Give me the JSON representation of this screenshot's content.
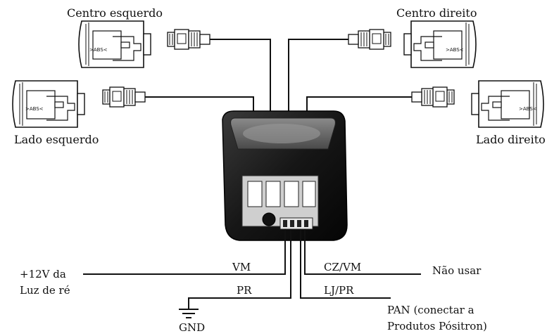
{
  "sensors": {
    "center_left": "Centro esquerdo",
    "center_right": "Centro direito",
    "side_left": "Lado esquerdo",
    "side_right": "Lado direito",
    "tag": ">ABS<"
  },
  "wires": {
    "vm": "VM",
    "pr": "PR",
    "cz_vm": "CZ/VM",
    "lj_pr": "LJ/PR"
  },
  "terminals": {
    "power_line1": "+12V da",
    "power_line2": "Luz de ré",
    "not_use": "Não usar",
    "pan_line1": "PAN (conectar a",
    "pan_line2": "Produtos Pósitron)",
    "gnd": "GND"
  },
  "colors": {
    "line": "#111111",
    "module_body": "#1a1a1a",
    "module_window": "#6b6b6b",
    "board": "#cfcfcf"
  }
}
